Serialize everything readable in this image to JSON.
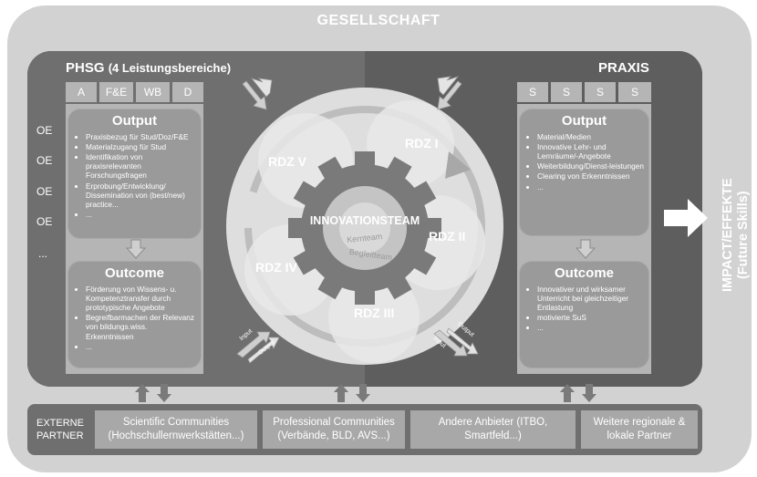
{
  "title": "GESELLSCHAFT",
  "phsg": {
    "heading": "PHSG",
    "subheading": "(4 Leistungsbereiche)",
    "columns": [
      "A",
      "F&E",
      "WB",
      "D"
    ],
    "oe_labels": [
      "OE",
      "OE",
      "OE",
      "OE",
      "..."
    ]
  },
  "praxis": {
    "heading": "PRAXIS",
    "columns": [
      "S",
      "S",
      "S",
      "S"
    ]
  },
  "left_output": {
    "title": "Output",
    "items": [
      "Praxisbezug für Stud/Doz/F&E",
      "Materialzugang für Stud",
      "Identifikation von praxisrelevanten Forschungsfragen",
      "Erprobung/Entwicklung/ Dissemination von (best/new) practice...",
      "..."
    ]
  },
  "left_outcome": {
    "title": "Outcome",
    "items": [
      "Förderung von Wissens- u. Kompetenztransfer durch prototypische Angebote",
      "Begreifbarmachen der Relevanz von bildungs.wiss. Erkenntnissen",
      "..."
    ]
  },
  "right_output": {
    "title": "Output",
    "items": [
      "Material/Medien",
      "Innovative Lehr- und Lernräume/-Angebote",
      "Weiterbildung/Dienst-leistungen",
      "Clearing von Erkenntnissen",
      "..."
    ]
  },
  "right_outcome": {
    "title": "Outcome",
    "items": [
      "Innovativer und wirksamer Unterricht bei gleichzeitiger Entlastung",
      "motivierte SuS",
      "..."
    ]
  },
  "center": {
    "gear_title": "INNOVATIONSTEAM",
    "ring1": "Kernteam",
    "ring2": "Begleitteam",
    "rdz": [
      "RDZ I",
      "RDZ II",
      "RDZ III",
      "RDZ IV",
      "RDZ V"
    ],
    "in_label": "Input",
    "out_label": "Output"
  },
  "impact": {
    "line1": "IMPACT/EFFEKTE",
    "line2": "(Future Skills)"
  },
  "partners": {
    "label_line1": "EXTERNE",
    "label_line2": "PARTNER",
    "boxes": [
      {
        "line1": "Scientific Communities",
        "line2": "(Hochschullernwerkstätten...)"
      },
      {
        "line1": "Professional Communities",
        "line2": "(Verbände, BLD, AVS...)"
      },
      {
        "line1": "Andere Anbieter (ITBO,",
        "line2": "Smartfeld...)"
      },
      {
        "line1": "Weitere regionale &",
        "line2": "lokale Partner"
      }
    ]
  },
  "colors": {
    "outer": "#d2d2d2",
    "inner": "#6f6f6f",
    "panel": "#9a9a9a",
    "column": "#b5b5b5",
    "text": "#ffffff"
  }
}
